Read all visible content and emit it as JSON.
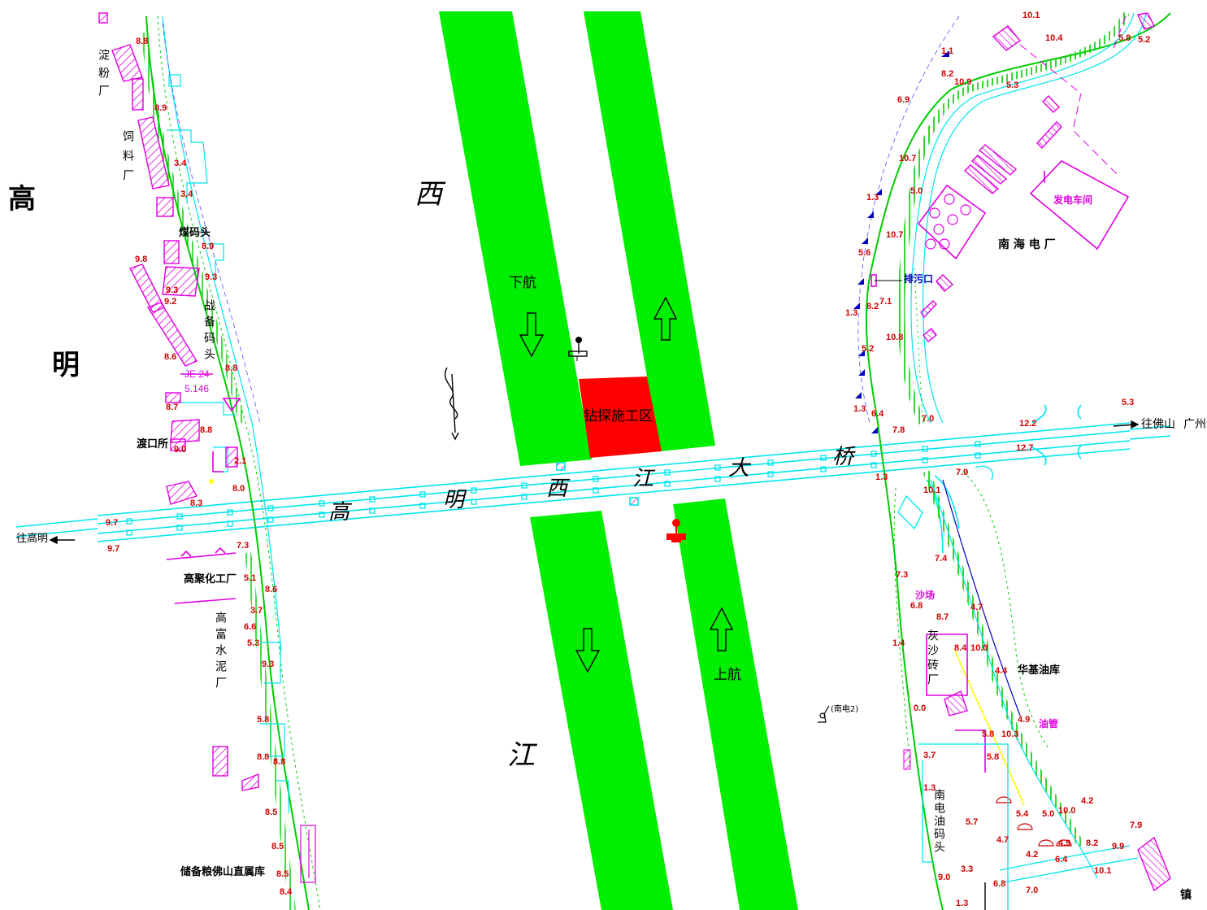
{
  "colors": {
    "channel": "#00ee00",
    "work_zone": "#ff0000",
    "bridge": "#00e5ee",
    "building": "#e000e0",
    "bank": "#00cc00",
    "depth": "#d00000",
    "outfall": "#0000c0"
  },
  "labels": {
    "gao": "高",
    "ming": "明",
    "river_xi": "西",
    "river_jiang": "江",
    "down_nav": "下航",
    "up_nav": "上航",
    "work_zone": "钻探施工区",
    "to_gaoming": "往高明",
    "to_foshan": "往佛山",
    "to_guangzhou": "广州",
    "bridge_chars": [
      "高",
      "明",
      "西",
      "江",
      "大",
      "桥"
    ],
    "starch_factory": "淀粉厂",
    "feed_factory": "饲料厂",
    "coal_wharf": "煤码头",
    "war_wharf": "战备码头",
    "benchmark_id": "JE 24",
    "benchmark_elev": "5.146",
    "ferry_station": "渡口所",
    "polymer_plant": "高聚化工厂",
    "cement_plant": "高富水泥厂",
    "grain_depot": "储备粮佛山直属库",
    "power_house": "发电车间",
    "nanhai_power": "南 海 电 厂",
    "outfall": "排污口",
    "sand_yard": "沙场",
    "ash_brick": "灰沙砖厂",
    "huaji_oil": "华基油库",
    "oil_pipe": "油管",
    "nandian_wharf": "南电油码头",
    "buoy_name": "(南电2)",
    "town": "镇"
  },
  "depths": [
    {
      "v": "8.8"
    },
    {
      "v": "8.9"
    },
    {
      "v": "3.4"
    },
    {
      "v": "3.4"
    },
    {
      "v": "8.9"
    },
    {
      "v": "9.8"
    },
    {
      "v": "9.3"
    },
    {
      "v": "9.3"
    },
    {
      "v": "9.2"
    },
    {
      "v": "8.6"
    },
    {
      "v": "8.8"
    },
    {
      "v": "8.7"
    },
    {
      "v": "8.8"
    },
    {
      "v": "9.0"
    },
    {
      "v": "2.1"
    },
    {
      "v": "8.0"
    },
    {
      "v": "8.3"
    },
    {
      "v": "9.7"
    },
    {
      "v": "9.7"
    },
    {
      "v": "7.3"
    },
    {
      "v": "5.1"
    },
    {
      "v": "8.6"
    },
    {
      "v": "3.7"
    },
    {
      "v": "6.6"
    },
    {
      "v": "5.3"
    },
    {
      "v": "9.3"
    },
    {
      "v": "5.8"
    },
    {
      "v": "8.8"
    },
    {
      "v": "8.8"
    },
    {
      "v": "8.5"
    },
    {
      "v": "8.5"
    },
    {
      "v": "8.5"
    },
    {
      "v": "8.4"
    },
    {
      "v": "10.1"
    },
    {
      "v": "10.4"
    },
    {
      "v": "5.8"
    },
    {
      "v": "5.2"
    },
    {
      "v": "1.1"
    },
    {
      "v": "8.2"
    },
    {
      "v": "10.9"
    },
    {
      "v": "5.3"
    },
    {
      "v": "6.9"
    },
    {
      "v": "10.7"
    },
    {
      "v": "1.3"
    },
    {
      "v": "5.0"
    },
    {
      "v": "10.7"
    },
    {
      "v": "5.6"
    },
    {
      "v": "1.3"
    },
    {
      "v": "8.2"
    },
    {
      "v": "7.1"
    },
    {
      "v": "10.8"
    },
    {
      "v": "5.2"
    },
    {
      "v": "1.3"
    },
    {
      "v": "6.4"
    },
    {
      "v": "7.8"
    },
    {
      "v": "7.0"
    },
    {
      "v": "5.3"
    },
    {
      "v": "12.2"
    },
    {
      "v": "12.7"
    },
    {
      "v": "7.9"
    },
    {
      "v": "1.3"
    },
    {
      "v": "10.1"
    },
    {
      "v": "7.4"
    },
    {
      "v": "7.3"
    },
    {
      "v": "6.8"
    },
    {
      "v": "8.7"
    },
    {
      "v": "4.7"
    },
    {
      "v": "1.4"
    },
    {
      "v": "8.4"
    },
    {
      "v": "10.0"
    },
    {
      "v": "4.4"
    },
    {
      "v": "0.0"
    },
    {
      "v": "4.9"
    },
    {
      "v": "5.8"
    },
    {
      "v": "10.3"
    },
    {
      "v": "3.7"
    },
    {
      "v": "5.8"
    },
    {
      "v": "1.3"
    },
    {
      "v": "4.2"
    },
    {
      "v": "5.7"
    },
    {
      "v": "5.4"
    },
    {
      "v": "5.0"
    },
    {
      "v": "10.0"
    },
    {
      "v": "4.7"
    },
    {
      "v": "7.9"
    },
    {
      "v": "4.2"
    },
    {
      "v": "4.9"
    },
    {
      "v": "8.2"
    },
    {
      "v": "6.4"
    },
    {
      "v": "9.9"
    },
    {
      "v": "3.3"
    },
    {
      "v": "10.1"
    },
    {
      "v": "9.0"
    },
    {
      "v": "6.8"
    },
    {
      "v": "7.0"
    },
    {
      "v": "1.3"
    }
  ]
}
